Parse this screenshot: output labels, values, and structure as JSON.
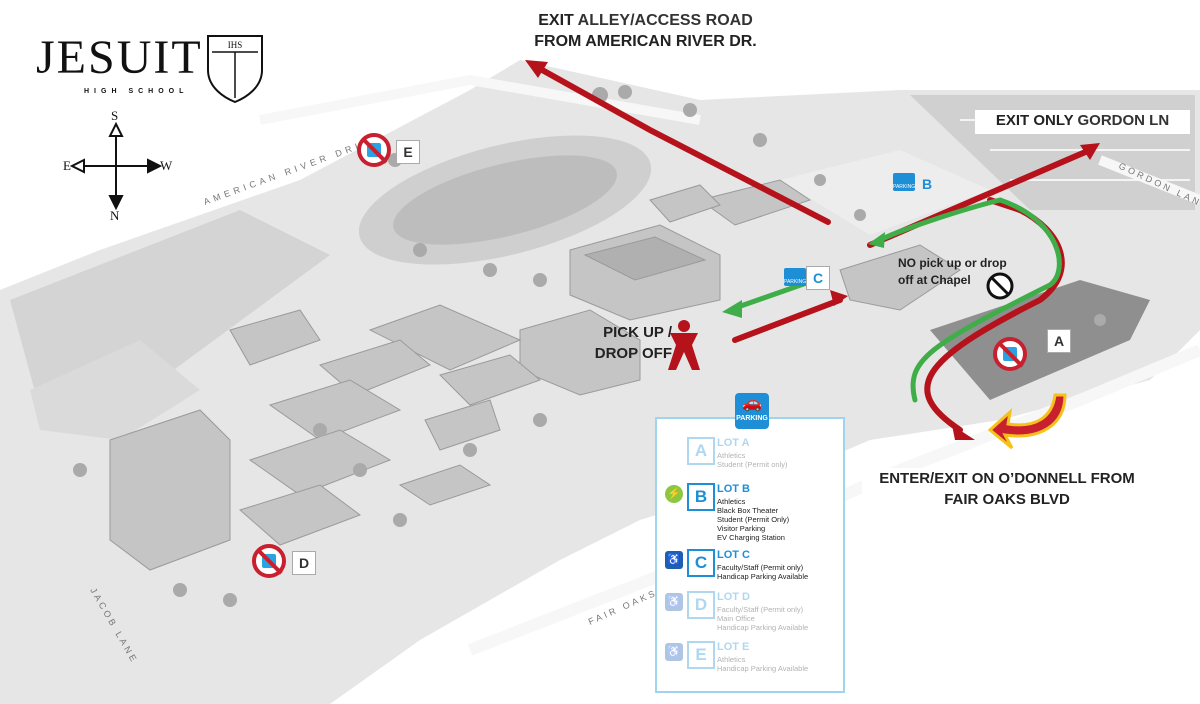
{
  "logo": {
    "name": "JESUIT",
    "subtitle": "HIGH SCHOOL",
    "crest_text": "IHS"
  },
  "compass": {
    "north": "N",
    "south": "S",
    "east": "E",
    "west": "W"
  },
  "callouts": {
    "exit_alley": {
      "strong": "EXIT",
      "rest": " ALLEY/ACCESS ROAD",
      "line2": "FROM AMERICAN RIVER DR."
    },
    "exit_gordon": {
      "strong": "EXIT ONLY",
      "rest": " GORDON LN"
    },
    "no_pickup": {
      "line1": "NO pick up or drop",
      "line2": "off at Chapel"
    },
    "pickup": {
      "line1": "PICK UP /",
      "line2": "DROP OFF"
    },
    "enter_exit": {
      "line1": "ENTER/EXIT ON O’DONNELL FROM",
      "line2": "FAIR OAKS BLVD"
    }
  },
  "map_lots": {
    "a": "A",
    "b": "B",
    "c": "C",
    "d": "D",
    "e": "E"
  },
  "streets": {
    "american_river": "AMERICAN RIVER DRIVE",
    "gordon": "GORDON LANE",
    "jacob": "JACOB LANE",
    "fair_oaks": "FAIR OAKS"
  },
  "parking_sign_label": "PARKING",
  "legend": {
    "icon_label": "PARKING",
    "lots": [
      {
        "letter": "A",
        "title": "LOT A",
        "lines": [
          "Athletics",
          "Student (Permit only)"
        ],
        "faded": true,
        "badge": ""
      },
      {
        "letter": "B",
        "title": "LOT B",
        "lines": [
          "Athletics",
          "Black Box Theater",
          "Student (Permit Only)",
          "Visitor Parking",
          "EV Charging Station"
        ],
        "faded": false,
        "badge": "ev"
      },
      {
        "letter": "C",
        "title": "LOT C",
        "lines": [
          "Faculty/Staff (Permit only)",
          "Handicap Parking Available"
        ],
        "faded": false,
        "badge": "hc"
      },
      {
        "letter": "D",
        "title": "LOT D",
        "lines": [
          "Faculty/Staff (Permit only)",
          "Main Office",
          "Handicap Parking Available"
        ],
        "faded": true,
        "badge": "hc"
      },
      {
        "letter": "E",
        "title": "LOT E",
        "lines": [
          "Athletics",
          "Handicap Parking Available"
        ],
        "faded": true,
        "badge": "hc"
      }
    ]
  },
  "colors": {
    "route_red": "#b5121b",
    "route_green": "#3fae49",
    "turn_arrow": "#c8202f",
    "turn_arrow_outline": "#f6c21a",
    "parking_blue": "#1e8fd6",
    "ground": "#e4e4e4",
    "road": "#f5f5f5",
    "building": "#c9c9c9"
  }
}
